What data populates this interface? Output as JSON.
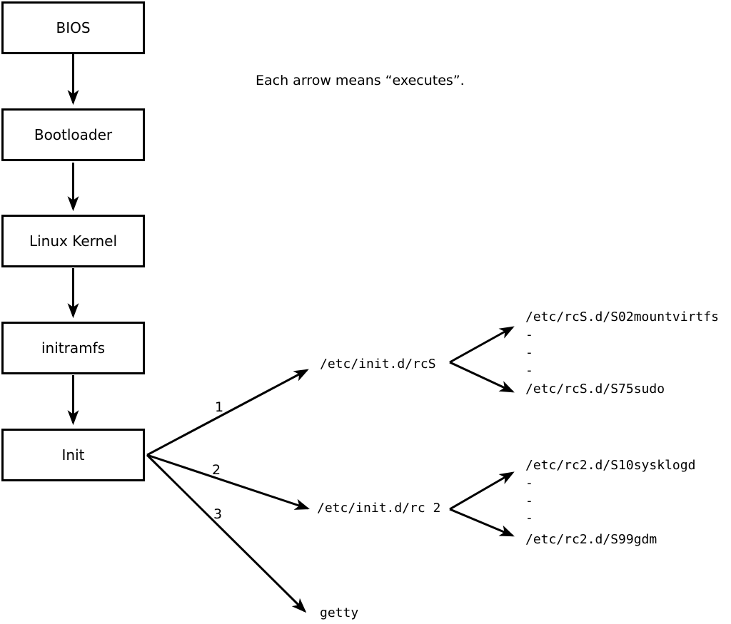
{
  "diagram": {
    "caption": "Each arrow means “executes”.",
    "boot_chain": [
      {
        "label": "BIOS"
      },
      {
        "label": "Bootloader"
      },
      {
        "label": "Linux Kernel"
      },
      {
        "label": "initramfs"
      },
      {
        "label": "Init"
      }
    ],
    "branches": [
      {
        "order": "1",
        "target": "/etc/init.d/rcS",
        "children": [
          "/etc/rcS.d/S02mountvirtfs",
          "-",
          "-",
          "-",
          "/etc/rcS.d/S75sudo"
        ]
      },
      {
        "order": "2",
        "target": "/etc/init.d/rc 2",
        "children": [
          "/etc/rc2.d/S10sysklogd",
          "-",
          "-",
          "-",
          "/etc/rc2.d/S99gdm"
        ]
      },
      {
        "order": "3",
        "target": "getty",
        "children": []
      }
    ],
    "colors": {
      "line": "#000000",
      "text": "#000000",
      "background": "#ffffff",
      "box_fill": "#ffffff"
    }
  }
}
